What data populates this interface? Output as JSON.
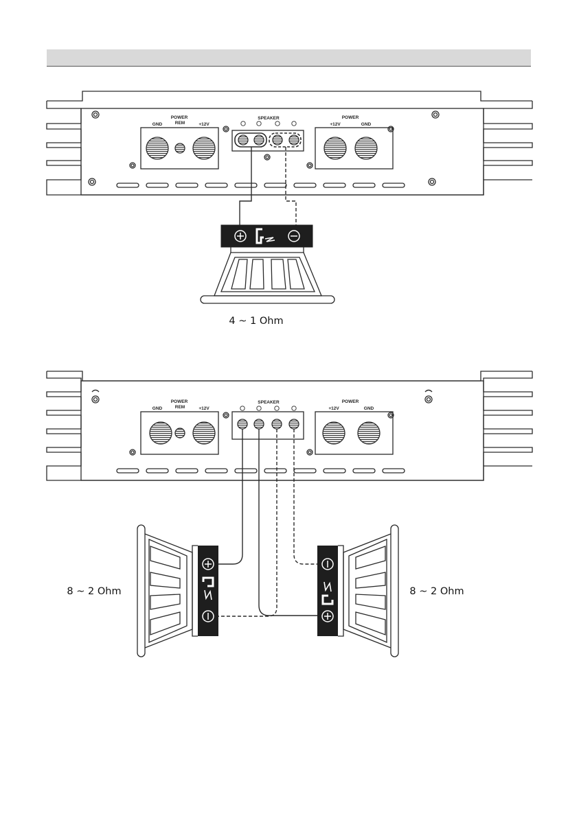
{
  "amp_top": {
    "left_power_title": "POWER",
    "gnd": "GND",
    "rem": "REM",
    "plus12": "+12V",
    "speaker_title": "SPEAKER",
    "right_power_title": "POWER",
    "right_plus12": "+12V",
    "right_gnd": "GND"
  },
  "amp_bottom": {
    "left_power_title": "POWER",
    "gnd": "GND",
    "rem": "REM",
    "plus12": "+12V",
    "speaker_title": "SPEAKER",
    "right_power_title": "POWER",
    "right_plus12": "+12V",
    "right_gnd": "GND"
  },
  "single_speaker": {
    "impedance": "4 ~ 1 Ohm"
  },
  "left_speaker": {
    "impedance": "8 ~ 2 Ohm"
  },
  "right_speaker": {
    "impedance": "8 ~ 2 Ohm"
  },
  "symbols": {
    "plus": "+",
    "minus": "−"
  },
  "colors": {
    "line": "#2a2a2a",
    "header_bar": "#d9d9d9",
    "terminal_block": "#1e1e1e"
  }
}
